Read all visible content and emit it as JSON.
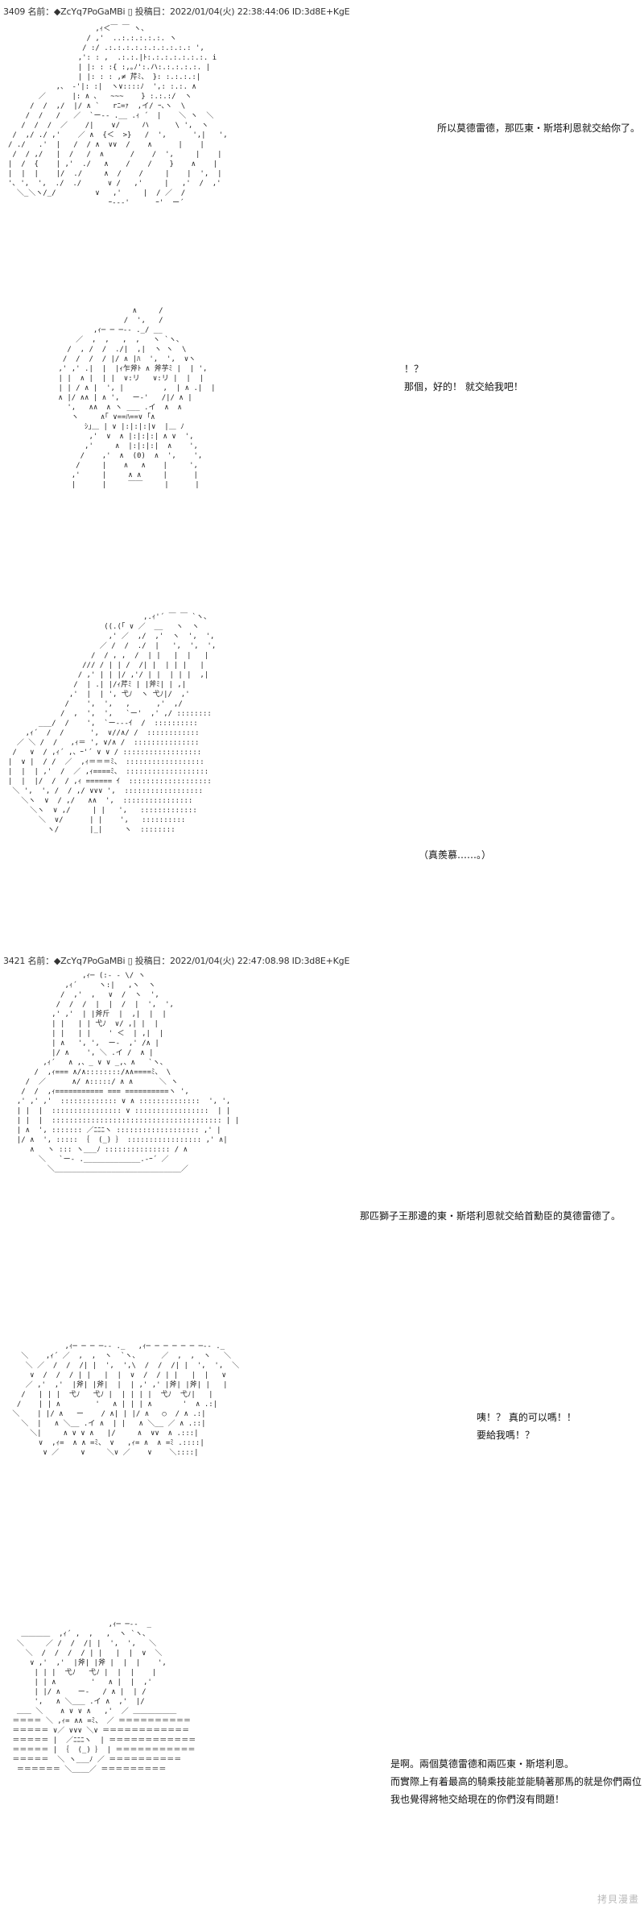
{
  "posts": [
    {
      "header": "3409 名前：◆ZcYq7PoGaMBi ▯ 投稿日：2022/01/04(火) 22:38:44:06 ID:3d8E+KgE",
      "panels": [
        {
          "lines": [
            "所以莫德雷德，那匹東・斯塔利恩就交給你了。"
          ]
        },
        {
          "lines": [
            "！？",
            "那個，好的！ 就交給我吧！"
          ]
        },
        {
          "lines": [
            "（真羨慕……。）"
          ]
        }
      ]
    },
    {
      "header": "3421 名前：◆ZcYq7PoGaMBi ▯ 投稿日：2022/01/04(火) 22:47:08.98 ID:3d8E+KgE",
      "panels": [
        {
          "lines": [
            "那匹獅子王那邊的東・斯塔利恩就交給首勳臣的莫德雷德了。"
          ]
        },
        {
          "lines": [
            "咦！？ 真的可以嗎！！",
            "要給我嗎！？"
          ]
        },
        {
          "lines": [
            "是啊。兩個莫德雷德和兩匹東・斯塔利恩。",
            "而實際上有着最高的騎乘技能並能騎著那馬的就是你們兩位",
            "我也覺得將牠交給現在的你們沒有問題！"
          ]
        }
      ]
    }
  ],
  "watermark": "拷貝漫畫"
}
